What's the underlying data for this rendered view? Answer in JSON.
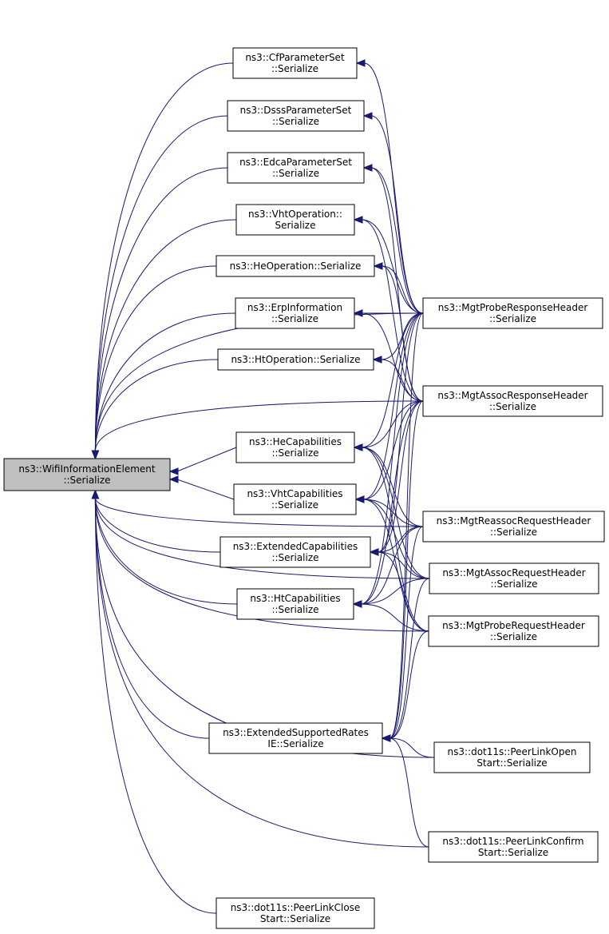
{
  "graph": {
    "edge_color": "#191970",
    "root_fill": "#bfbfbf",
    "nodes": [
      {
        "id": "root",
        "lines": [
          "ns3::WifiInformationElement",
          "::Serialize"
        ],
        "root": true
      },
      {
        "id": "cf",
        "lines": [
          "ns3::CfParameterSet",
          "::Serialize"
        ]
      },
      {
        "id": "dsss",
        "lines": [
          "ns3::DsssParameterSet",
          "::Serialize"
        ]
      },
      {
        "id": "edca",
        "lines": [
          "ns3::EdcaParameterSet",
          "::Serialize"
        ]
      },
      {
        "id": "vhtop",
        "lines": [
          "ns3::VhtOperation::",
          "Serialize"
        ]
      },
      {
        "id": "heop",
        "lines": [
          "ns3::HeOperation::Serialize"
        ]
      },
      {
        "id": "erp",
        "lines": [
          "ns3::ErpInformation",
          "::Serialize"
        ]
      },
      {
        "id": "htop",
        "lines": [
          "ns3::HtOperation::Serialize"
        ]
      },
      {
        "id": "hecap",
        "lines": [
          "ns3::HeCapabilities",
          "::Serialize"
        ]
      },
      {
        "id": "vhtcap",
        "lines": [
          "ns3::VhtCapabilities",
          "::Serialize"
        ]
      },
      {
        "id": "extcap",
        "lines": [
          "ns3::ExtendedCapabilities",
          "::Serialize"
        ]
      },
      {
        "id": "htcap",
        "lines": [
          "ns3::HtCapabilities",
          "::Serialize"
        ]
      },
      {
        "id": "esr",
        "lines": [
          "ns3::ExtendedSupportedRates",
          "IE::Serialize"
        ]
      },
      {
        "id": "plclose",
        "lines": [
          "ns3::dot11s::PeerLinkClose",
          "Start::Serialize"
        ]
      },
      {
        "id": "probresp",
        "lines": [
          "ns3::MgtProbeResponseHeader",
          "::Serialize"
        ]
      },
      {
        "id": "assocresp",
        "lines": [
          "ns3::MgtAssocResponseHeader",
          "::Serialize"
        ]
      },
      {
        "id": "reassocreq",
        "lines": [
          "ns3::MgtReassocRequestHeader",
          "::Serialize"
        ]
      },
      {
        "id": "assocreq",
        "lines": [
          "ns3::MgtAssocRequestHeader",
          "::Serialize"
        ]
      },
      {
        "id": "probereq",
        "lines": [
          "ns3::MgtProbeRequestHeader",
          "::Serialize"
        ]
      },
      {
        "id": "plopen",
        "lines": [
          "ns3::dot11s::PeerLinkOpen",
          "Start::Serialize"
        ]
      },
      {
        "id": "plconfirm",
        "lines": [
          "ns3::dot11s::PeerLinkConfirm",
          "Start::Serialize"
        ]
      }
    ],
    "edges": [
      [
        "cf",
        "root"
      ],
      [
        "dsss",
        "root"
      ],
      [
        "edca",
        "root"
      ],
      [
        "vhtop",
        "root"
      ],
      [
        "heop",
        "root"
      ],
      [
        "erp",
        "root"
      ],
      [
        "htop",
        "root"
      ],
      [
        "hecap",
        "root"
      ],
      [
        "vhtcap",
        "root"
      ],
      [
        "extcap",
        "root"
      ],
      [
        "htcap",
        "root"
      ],
      [
        "esr",
        "root"
      ],
      [
        "plclose",
        "root"
      ],
      [
        "probresp",
        "root"
      ],
      [
        "assocresp",
        "root"
      ],
      [
        "reassocreq",
        "root"
      ],
      [
        "assocreq",
        "root"
      ],
      [
        "probereq",
        "root"
      ],
      [
        "plopen",
        "root"
      ],
      [
        "plconfirm",
        "root"
      ],
      [
        "probresp",
        "cf"
      ],
      [
        "probresp",
        "dsss"
      ],
      [
        "probresp",
        "edca"
      ],
      [
        "probresp",
        "vhtop"
      ],
      [
        "probresp",
        "heop"
      ],
      [
        "probresp",
        "erp"
      ],
      [
        "probresp",
        "htop"
      ],
      [
        "probresp",
        "hecap"
      ],
      [
        "probresp",
        "vhtcap"
      ],
      [
        "probresp",
        "extcap"
      ],
      [
        "probresp",
        "htcap"
      ],
      [
        "probresp",
        "esr"
      ],
      [
        "assocresp",
        "edca"
      ],
      [
        "assocresp",
        "vhtop"
      ],
      [
        "assocresp",
        "heop"
      ],
      [
        "assocresp",
        "erp"
      ],
      [
        "assocresp",
        "htop"
      ],
      [
        "assocresp",
        "hecap"
      ],
      [
        "assocresp",
        "vhtcap"
      ],
      [
        "assocresp",
        "extcap"
      ],
      [
        "assocresp",
        "htcap"
      ],
      [
        "assocresp",
        "esr"
      ],
      [
        "reassocreq",
        "hecap"
      ],
      [
        "reassocreq",
        "vhtcap"
      ],
      [
        "reassocreq",
        "extcap"
      ],
      [
        "reassocreq",
        "htcap"
      ],
      [
        "reassocreq",
        "esr"
      ],
      [
        "assocreq",
        "hecap"
      ],
      [
        "assocreq",
        "vhtcap"
      ],
      [
        "assocreq",
        "extcap"
      ],
      [
        "assocreq",
        "htcap"
      ],
      [
        "assocreq",
        "esr"
      ],
      [
        "probereq",
        "hecap"
      ],
      [
        "probereq",
        "vhtcap"
      ],
      [
        "probereq",
        "extcap"
      ],
      [
        "probereq",
        "htcap"
      ],
      [
        "probereq",
        "esr"
      ],
      [
        "plopen",
        "esr"
      ],
      [
        "plconfirm",
        "esr"
      ]
    ]
  }
}
